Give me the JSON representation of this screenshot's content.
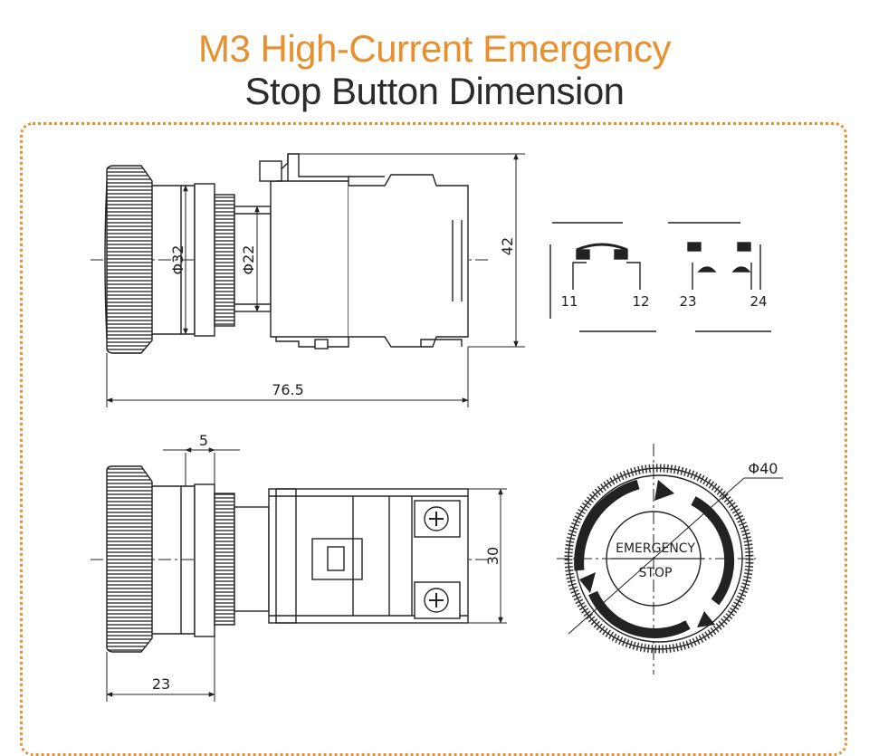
{
  "title": {
    "line1": "M3 High-Current Emergency",
    "line2": "Stop Button Dimension"
  },
  "colors": {
    "accent": "#e8902e",
    "text": "#2b2b2b",
    "line": "#222222"
  },
  "dimensions": {
    "top_view": {
      "dia_head": "Φ32",
      "dia_body": "Φ22",
      "height": "42",
      "length": "76.5"
    },
    "side_view": {
      "offset": "5",
      "height": "30",
      "length": "23"
    },
    "face_view": {
      "diameter": "Φ40",
      "label_top": "EMERGENCY",
      "label_bottom": "STOP"
    }
  },
  "contacts": {
    "nc": {
      "left": "11",
      "right": "12"
    },
    "no": {
      "left": "23",
      "right": "24"
    }
  }
}
